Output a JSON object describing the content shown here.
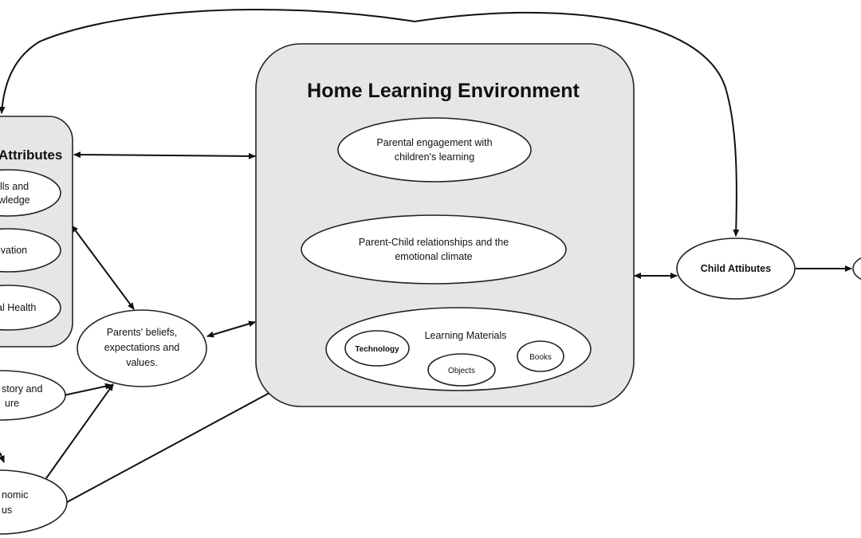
{
  "diagram": {
    "hle_title": "Home Learning Environment",
    "parental_engagement": [
      "Parental engagement with",
      "children's learning"
    ],
    "parent_child": [
      "Parent-Child relationships and the",
      "emotional climate"
    ],
    "learning_materials": "Learning Materials",
    "technology": "Technology",
    "objects": "Objects",
    "books": "Books",
    "parent_attributes": "Attributes",
    "skills": [
      "lls and",
      "wledge"
    ],
    "motivation": "ivation",
    "mental_health": "al Health",
    "beliefs": [
      "Parents' beliefs,",
      "expectations and",
      "values."
    ],
    "history": [
      "story and",
      "ure"
    ],
    "socioeconomic": [
      "nomic",
      "us"
    ],
    "child_attributes": "Child Attibutes"
  }
}
